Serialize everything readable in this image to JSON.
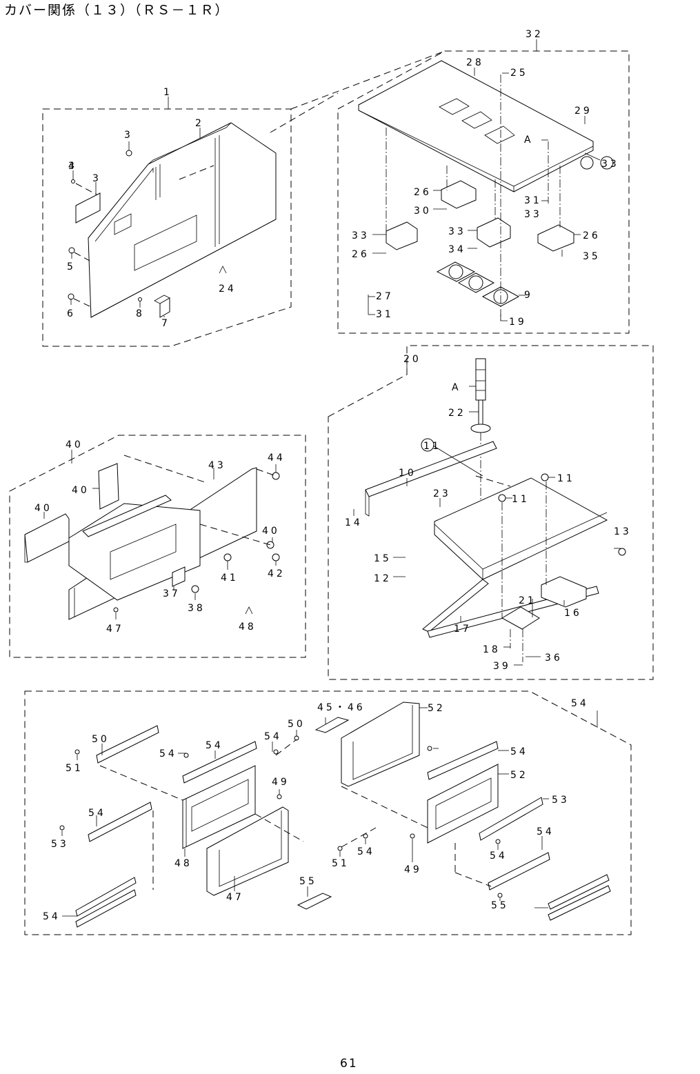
{
  "title": "カバー関係（１３）（ＲＳ－１Ｒ）",
  "page_number": "61",
  "callout_marker": "A",
  "labels": [
    "1",
    "2",
    "3",
    "3",
    "3",
    "4",
    "5",
    "6",
    "7",
    "8",
    "24",
    "32",
    "28",
    "25",
    "29",
    "A",
    "33",
    "26",
    "30",
    "31",
    "33",
    "33",
    "33",
    "26",
    "26",
    "34",
    "35",
    "27",
    "31",
    "9",
    "19",
    "20",
    "A",
    "22",
    "11",
    "10",
    "11",
    "23",
    "11",
    "14",
    "13",
    "15",
    "12",
    "21",
    "16",
    "17",
    "18",
    "36",
    "39",
    "40",
    "43",
    "44",
    "40",
    "40",
    "40",
    "41",
    "42",
    "37",
    "38",
    "47",
    "48",
    "45・46",
    "52",
    "54",
    "50",
    "51",
    "54",
    "54",
    "54",
    "50",
    "49",
    "54",
    "52",
    "53",
    "54",
    "53",
    "54",
    "54",
    "51",
    "54",
    "49",
    "48",
    "47",
    "55",
    "54",
    "55"
  ]
}
